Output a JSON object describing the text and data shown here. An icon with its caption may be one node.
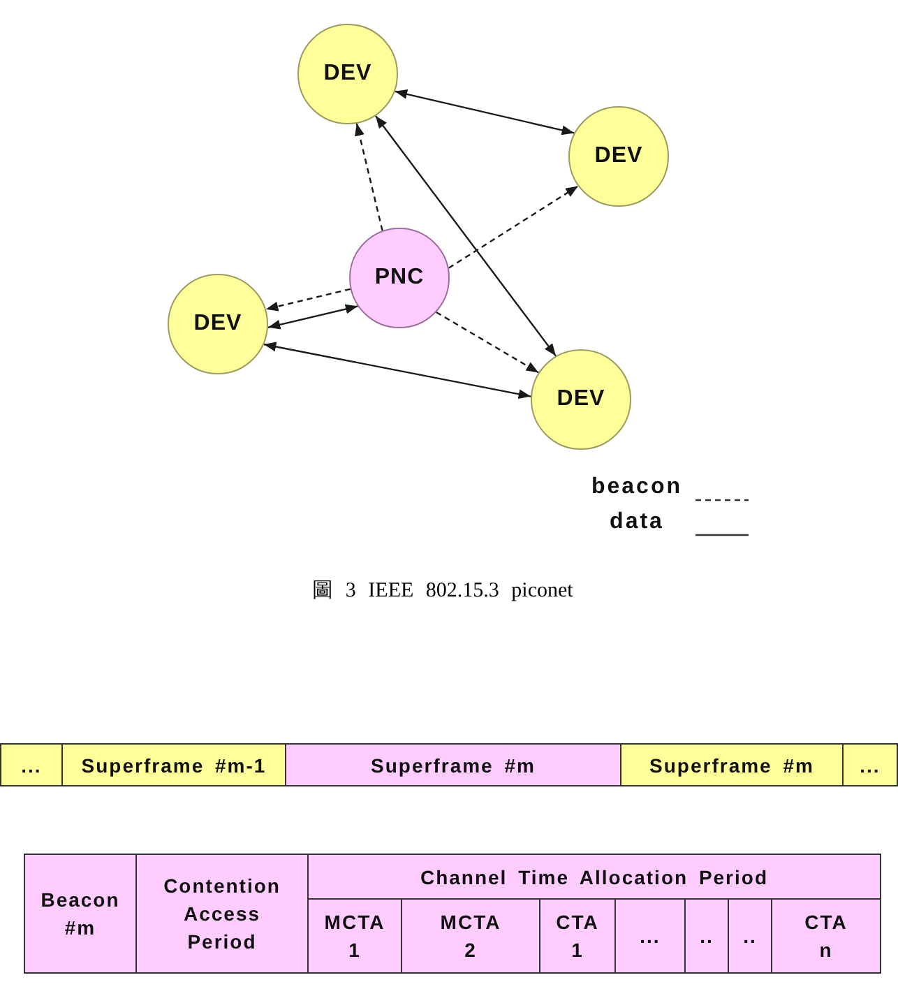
{
  "diagram": {
    "caption": "圖 3 IEEE 802.15.3 piconet",
    "nodes": [
      {
        "text": [
          "DEV"
        ]
      },
      {
        "text": [
          "DEV"
        ]
      },
      {
        "text": [
          "PNC"
        ]
      },
      {
        "text": [
          "DEV"
        ]
      },
      {
        "text": [
          "DEV"
        ]
      },
      {
        "text": [
          "..."
        ]
      },
      {
        "text": [
          "Superframe #m-1"
        ]
      },
      {
        "text": [
          "Superframe #m"
        ]
      },
      {
        "text": [
          "Superframe #m"
        ]
      },
      {
        "text": [
          "..."
        ]
      },
      {
        "text": [
          "Beacon #m"
        ]
      },
      {
        "text": [
          "Contention Access Period"
        ]
      },
      {
        "text": [
          "Channel Time Allocation Period"
        ]
      },
      {
        "text": [
          "MCTA 1"
        ]
      },
      {
        "text": [
          "MCTA 2"
        ]
      },
      {
        "text": [
          "CTA 1"
        ]
      },
      {
        "text": [
          "..."
        ]
      },
      {
        "text": [
          ".."
        ]
      },
      {
        "text": [
          ".."
        ]
      },
      {
        "text": [
          "CTA n"
        ]
      }
    ],
    "edges": [
      {
        "from": 0,
        "to": 1,
        "arrow": "both"
      },
      {
        "from": 2,
        "to": 0,
        "arrow": "to",
        "style": "dashed"
      },
      {
        "from": 2,
        "to": 1,
        "arrow": "to",
        "style": "dashed"
      },
      {
        "from": 2,
        "to": 3,
        "arrow": "to",
        "style": "dashed"
      },
      {
        "from": 3,
        "to": 2,
        "arrow": "both"
      },
      {
        "from": 0,
        "to": 4,
        "arrow": "both"
      },
      {
        "from": 2,
        "to": 4,
        "arrow": "to",
        "style": "dashed"
      },
      {
        "from": 3,
        "to": 4,
        "arrow": "both"
      }
    ],
    "legend": [
      {
        "text": "beacon"
      },
      {
        "text": "data"
      }
    ]
  }
}
